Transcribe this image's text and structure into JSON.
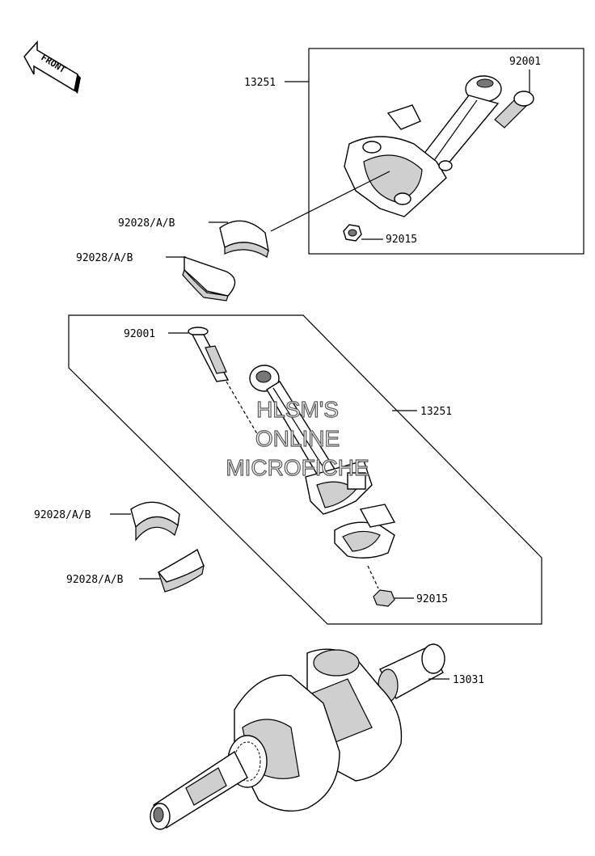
{
  "front_label": "FRONT",
  "watermark": [
    "HLSM'S",
    "ONLINE",
    "MICROFICHE"
  ],
  "callouts": {
    "upper_rod_assembly": "13251",
    "upper_bolt": "92001",
    "upper_nut": "92015",
    "upper_bearing_1": "92028/A/B",
    "upper_bearing_2": "92028/A/B",
    "lower_bolt": "92001",
    "lower_rod_assembly": "13251",
    "lower_bearing_1": "92028/A/B",
    "lower_bearing_2": "92028/A/B",
    "lower_nut": "92015",
    "crankshaft": "13031"
  }
}
